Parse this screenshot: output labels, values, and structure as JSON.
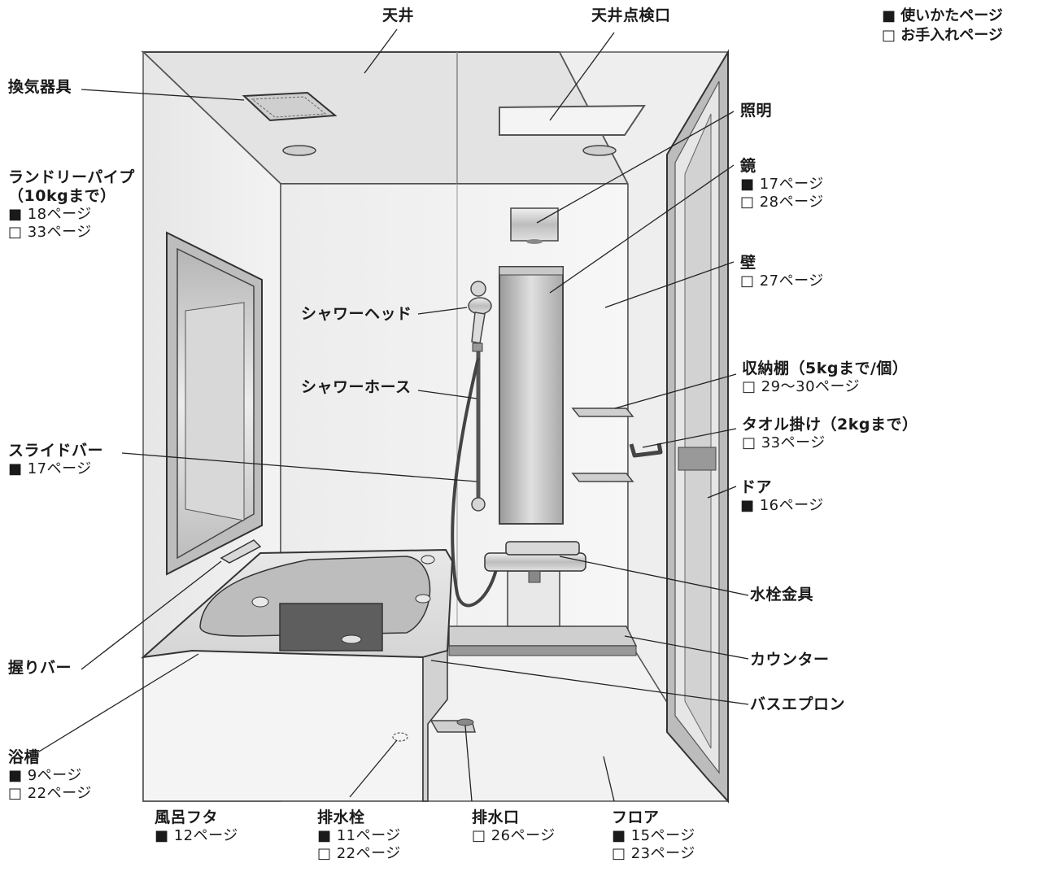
{
  "legend": {
    "usage": "■ 使いかたページ",
    "care": "□ お手入れページ"
  },
  "labels": {
    "ceiling": "天井",
    "ceiling_hatch": "天井点検口",
    "ventilation": "換気器具",
    "lighting": "照明",
    "laundry_pipe": "ランドリーパイプ",
    "laundry_pipe_sub": "（10kgまで）",
    "laundry_pipe_ref1": "18ページ",
    "laundry_pipe_ref2": "33ページ",
    "mirror": "鏡",
    "mirror_ref1": "17ページ",
    "mirror_ref2": "28ページ",
    "wall": "壁",
    "wall_ref1": "27ページ",
    "shower_head": "シャワーヘッド",
    "shower_hose": "シャワーホース",
    "shelf": "収納棚（5kgまで/個）",
    "shelf_ref1": "29～30ページ",
    "towel_bar": "タオル掛け（2kgまで）",
    "towel_bar_ref1": "33ページ",
    "slide_bar": "スライドバー",
    "slide_bar_ref1": "17ページ",
    "door": "ドア",
    "door_ref1": "16ページ",
    "faucet": "水栓金具",
    "grab_bar": "握りバー",
    "counter": "カウンター",
    "apron": "バスエプロン",
    "bathtub": "浴槽",
    "bathtub_ref1": "9ページ",
    "bathtub_ref2": "22ページ",
    "bath_cover": "風呂フタ",
    "bath_cover_ref1": "12ページ",
    "drain_plug": "排水栓",
    "drain_plug_ref1": "11ページ",
    "drain_plug_ref2": "22ページ",
    "drain_outlet": "排水口",
    "drain_outlet_ref1": "26ページ",
    "floor": "フロア",
    "floor_ref1": "15ページ",
    "floor_ref2": "23ページ"
  }
}
